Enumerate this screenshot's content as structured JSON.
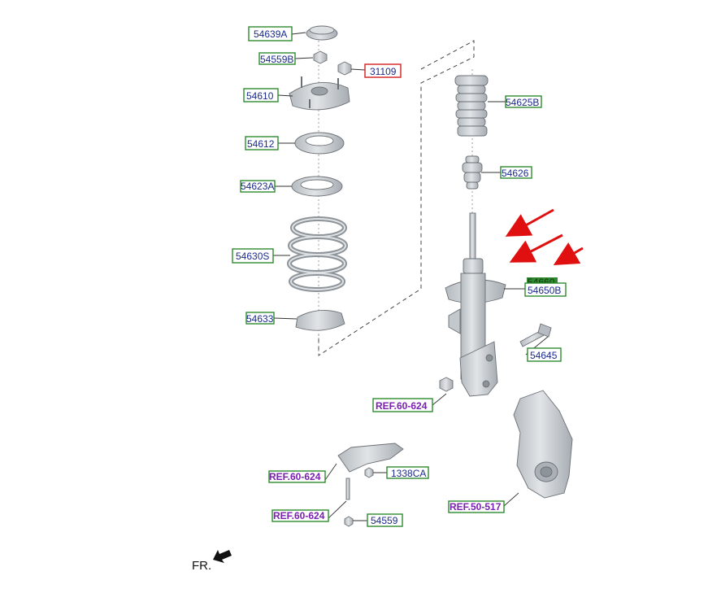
{
  "diagram": {
    "labels": {
      "p54639A": "54639A",
      "p54559B": "54559B",
      "p31109": "31109",
      "p54610": "54610",
      "p54612": "54612",
      "p54623A": "54623A",
      "p54630S": "54630S",
      "p54633": "54633",
      "p54625B": "54625B",
      "p54626": "54626",
      "p54660": "54660",
      "p54650B": "54650B",
      "p54645": "54645",
      "ref60a": "REF.60-624",
      "ref60b": "REF.60-624",
      "ref60c": "REF.60-624",
      "p1338CA": "1338CA",
      "p54559": "54559",
      "ref50": "REF.50-517"
    },
    "direction_label": "FR.",
    "colors": {
      "part_fill": "#cfd3d7",
      "part_dark": "#a9afb5",
      "part_label": "#1a2a8c",
      "ref_label": "#7a1fb0",
      "green_box": "#2f8a2f",
      "red_box": "#d42020",
      "arrow_red": "#e01010"
    },
    "icons": [
      "direction-arrow-icon"
    ]
  }
}
